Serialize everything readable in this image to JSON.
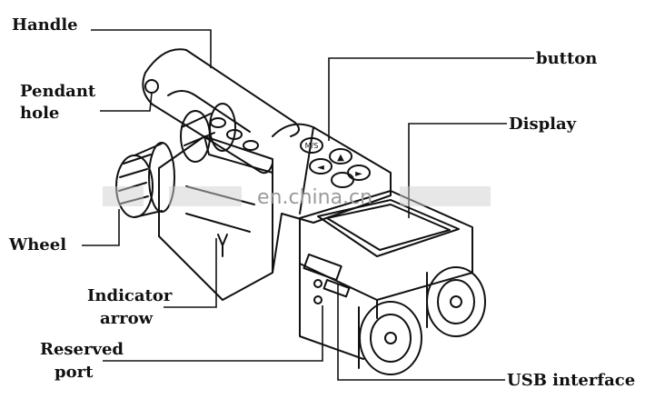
{
  "labels": {
    "handle": "Handle",
    "pendant_hole_line1": "Pendant",
    "pendant_hole_line2": "hole",
    "button": "button",
    "display": "Display",
    "wheel": "Wheel",
    "indicator_arrow_line1": "Indicator",
    "indicator_arrow_line2": "arrow",
    "reserved_port_line1": "Reserved",
    "reserved_port_line2": "port",
    "usb_interface": "USB interface"
  },
  "watermark": "en.china.cn",
  "button_glyphs": [
    "M/S",
    "◄",
    "▲",
    "►"
  ],
  "colors": {
    "line": "#111111",
    "label": "#111111",
    "watermark": "#9a9a9a",
    "background": "#ffffff"
  }
}
